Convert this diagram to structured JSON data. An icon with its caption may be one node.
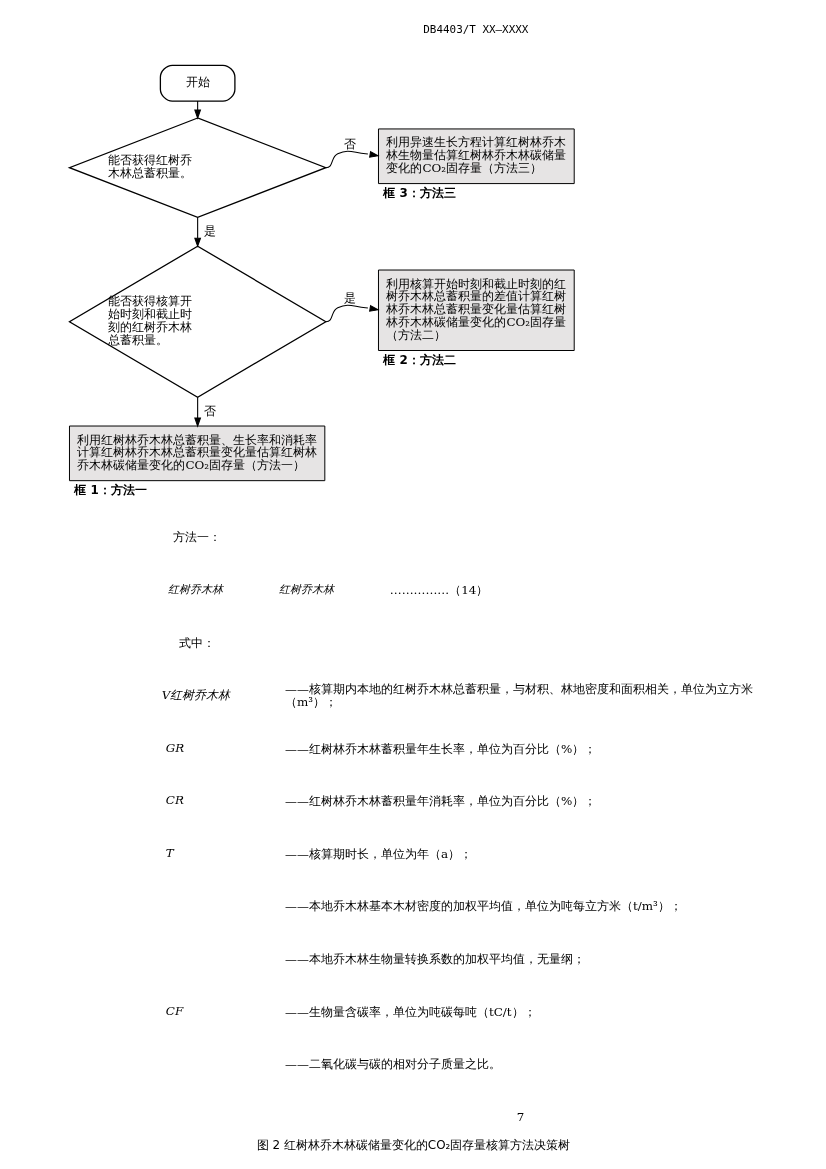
{
  "diagram": {
    "caption": "图 2 红树林乔木林碳储量变化的CO₂固存量核算方法决策树",
    "nodes": [
      {
        "text": [
          "开始"
        ]
      },
      {
        "text": [
          "能否获得红树乔木林总蓄积量。"
        ]
      },
      {
        "text": [
          "利用异速生长方程计算红树林乔木林生物量估算红树林乔木林碳储量变化的CO₂固存量（方法三）"
        ],
        "beside": [
          "框 3：方法三"
        ]
      },
      {
        "text": [
          "能否获得核算开始时刻和截止时刻的红树乔木林总蓄积量。"
        ]
      },
      {
        "text": [
          "利用核算开始时刻和截止时刻的红树乔木林总蓄积量的差值计算红树林乔木林总蓄积量变化量估算红树林乔木林碳储量变化的CO₂固存量（方法二）"
        ],
        "beside": [
          "框 2：方法二"
        ]
      },
      {
        "text": [
          "利用红树林乔木林总蓄积量、生长率和消耗率计算红树林乔木林总蓄积量变化量估算红树林乔木林碳储量变化的CO₂固存量（方法一）"
        ],
        "beside": [
          "框 1：方法一"
        ]
      }
    ],
    "edges": [
      {
        "from": 0,
        "to": 1,
        "arrow": "to"
      },
      {
        "from": 1,
        "to": 2,
        "arrow": "to",
        "label": "否"
      },
      {
        "from": 1,
        "to": 3,
        "arrow": "to",
        "label": "是"
      },
      {
        "from": 3,
        "to": 4,
        "arrow": "to",
        "label": "是"
      },
      {
        "from": 3,
        "to": 5,
        "arrow": "to",
        "label": "否"
      }
    ],
    "labels": [
      "DB4403/T XX—XXXX",
      "方法一：",
      "红树乔木林",
      "红树乔木林",
      "……………（14）",
      "式中：",
      "V红树乔木林",
      "——核算期内本地的红树乔木林总蓄积量，与材积、林地密度和面积相关，单位为立方米（m³）；",
      "GR",
      "——红树林乔木林蓄积量年生长率，单位为百分比（%）；",
      "CR",
      "——红树林乔木林蓄积量年消耗率，单位为百分比（%）；",
      "T",
      "——核算期时长，单位为年（a）；",
      "——本地乔木林基本木材密度的加权平均值，单位为吨每立方米（t/m³）；",
      "——本地乔木林生物量转换系数的加权平均值，无量纲；",
      "CF",
      "——生物量含碳率，单位为吨碳每吨（tC/t）；",
      "——二氧化碳与碳的相对分子质量之比。",
      "7"
    ]
  }
}
